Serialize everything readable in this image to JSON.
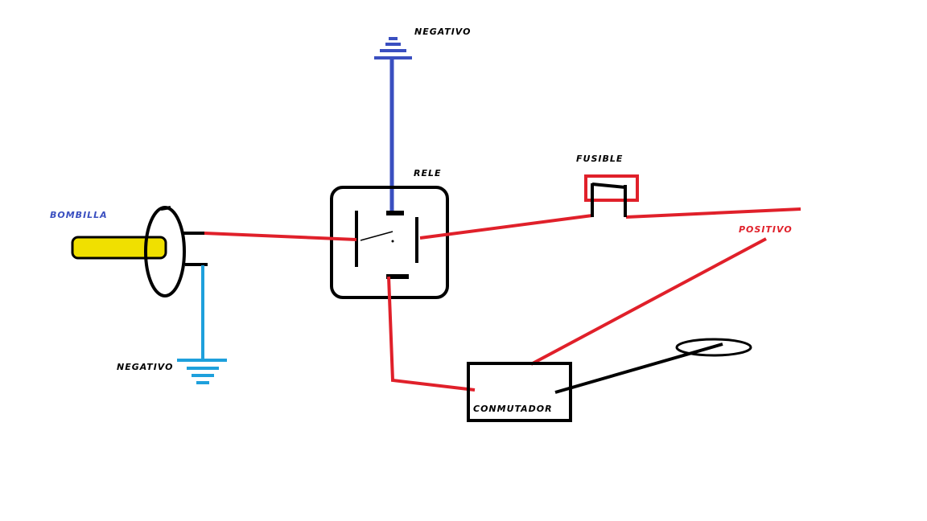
{
  "labels": {
    "negativo_top": "NEGATIVO",
    "rele": "RELE",
    "fusible": "FUSIBLE",
    "bombilla": "BOMBILLA",
    "positivo": "POSITIVO",
    "negativo_bottom": "NEGATIVO",
    "conmutador": "CONMUTADOR"
  },
  "colors": {
    "wire_positive": "#e0202a",
    "wire_ground_relay": "#3a4fc0",
    "wire_ground_bulb": "#1ea0dc",
    "bulb_fill": "#f0e000",
    "outline": "#000000",
    "fuse_box": "#e0202a",
    "label_blue": "#3a4fc0",
    "label_red": "#e0202a",
    "label_black": "#000000"
  },
  "icons": [
    "ground-symbol",
    "relay",
    "fuse",
    "bulb",
    "switch",
    "lever"
  ]
}
